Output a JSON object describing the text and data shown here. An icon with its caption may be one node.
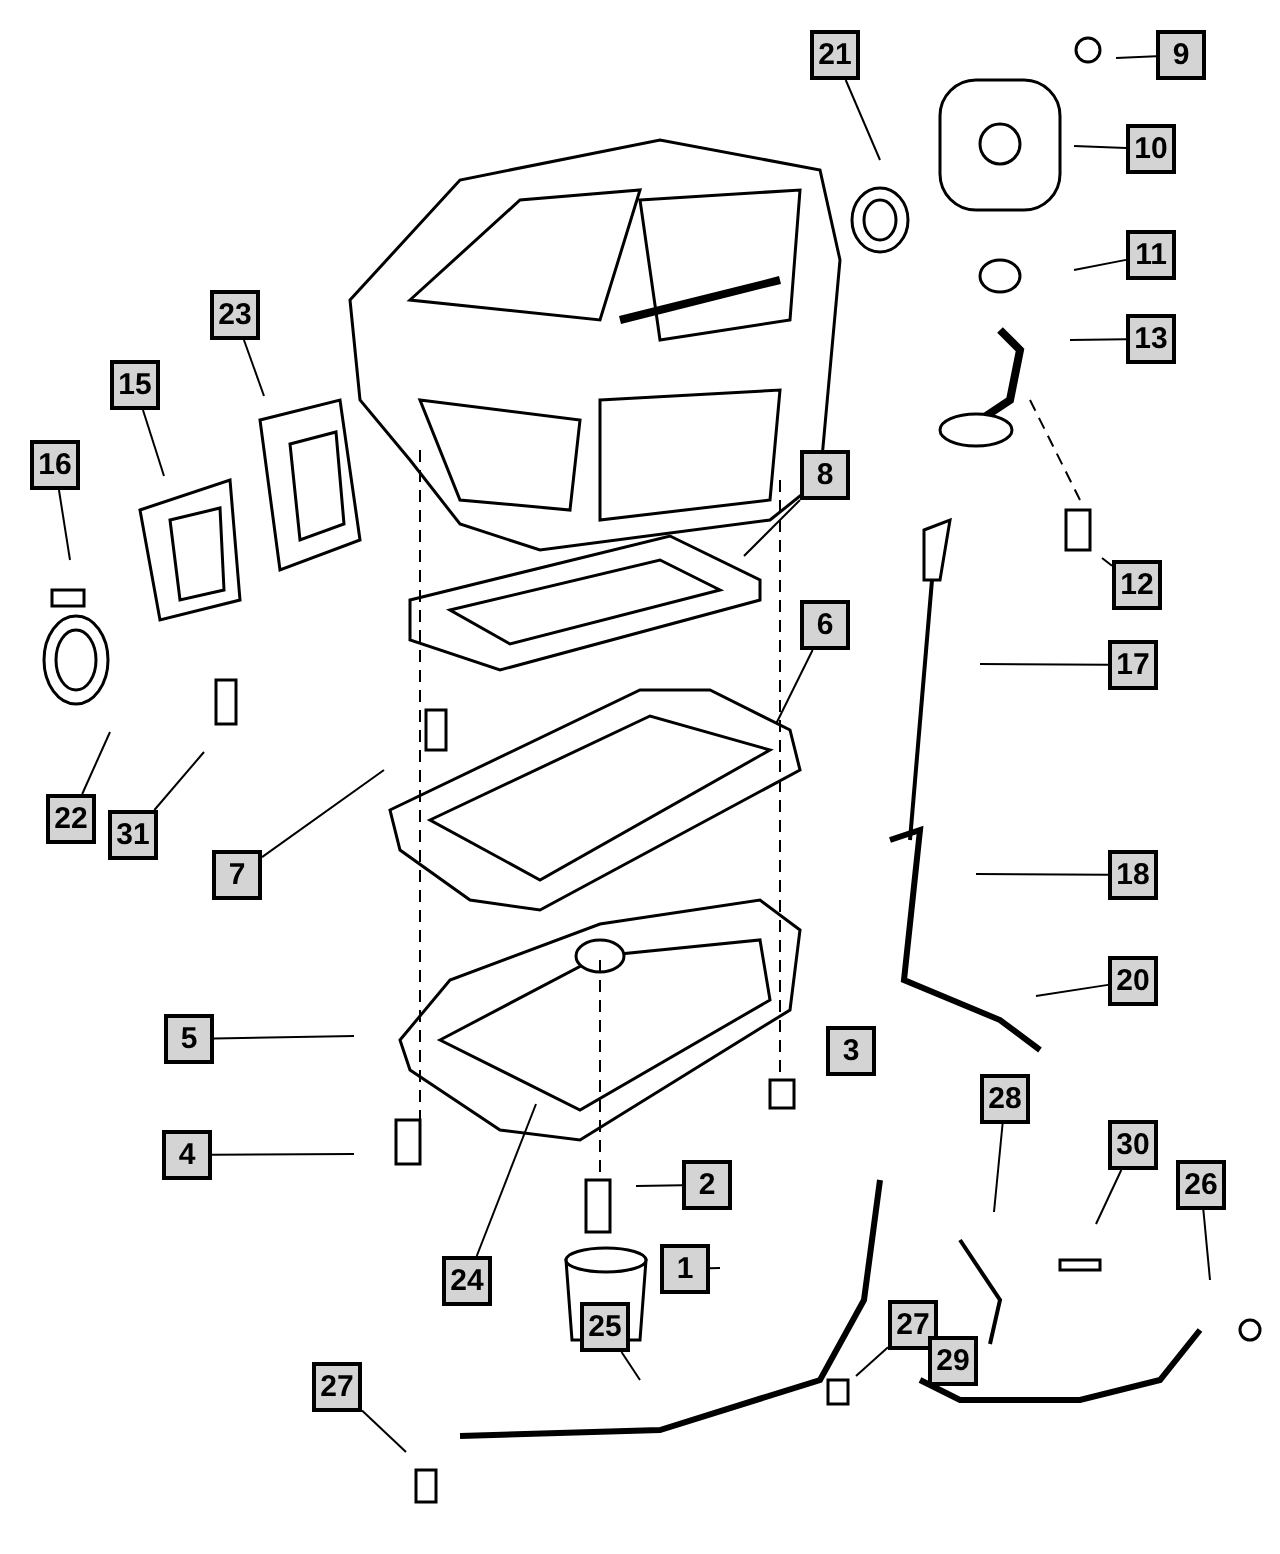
{
  "diagram": {
    "nodes": [
      {
        "text": [
          "21"
        ]
      },
      {
        "text": [
          "9"
        ]
      },
      {
        "text": [
          "10"
        ]
      },
      {
        "text": [
          "11"
        ]
      },
      {
        "text": [
          "13"
        ]
      },
      {
        "text": [
          "23"
        ]
      },
      {
        "text": [
          "15"
        ]
      },
      {
        "text": [
          "16"
        ]
      },
      {
        "text": [
          "8"
        ]
      },
      {
        "text": [
          "12"
        ]
      },
      {
        "text": [
          "6"
        ]
      },
      {
        "text": [
          "17"
        ]
      },
      {
        "text": [
          "22"
        ]
      },
      {
        "text": [
          "31"
        ]
      },
      {
        "text": [
          "7"
        ]
      },
      {
        "text": [
          "18"
        ]
      },
      {
        "text": [
          "20"
        ]
      },
      {
        "text": [
          "5"
        ]
      },
      {
        "text": [
          "3"
        ]
      },
      {
        "text": [
          "28"
        ]
      },
      {
        "text": [
          "30"
        ]
      },
      {
        "text": [
          "4"
        ]
      },
      {
        "text": [
          "2"
        ]
      },
      {
        "text": [
          "26"
        ]
      },
      {
        "text": [
          "1"
        ]
      },
      {
        "text": [
          "24"
        ]
      },
      {
        "text": [
          "27"
        ]
      },
      {
        "text": [
          "29"
        ]
      },
      {
        "text": [
          "25"
        ]
      },
      {
        "text": [
          "27"
        ]
      }
    ],
    "edges": [
      {
        "from": 0,
        "to": null,
        "arrow": "none"
      },
      {
        "from": 1,
        "to": null,
        "arrow": "none"
      },
      {
        "from": 2,
        "to": null,
        "arrow": "none"
      },
      {
        "from": 3,
        "to": null,
        "arrow": "none"
      },
      {
        "from": 4,
        "to": null,
        "arrow": "none"
      },
      {
        "from": 5,
        "to": null,
        "arrow": "none"
      },
      {
        "from": 6,
        "to": null,
        "arrow": "none"
      },
      {
        "from": 7,
        "to": null,
        "arrow": "none"
      },
      {
        "from": 8,
        "to": null,
        "arrow": "none"
      },
      {
        "from": 9,
        "to": null,
        "arrow": "none"
      },
      {
        "from": 10,
        "to": null,
        "arrow": "none"
      },
      {
        "from": 11,
        "to": null,
        "arrow": "none"
      },
      {
        "from": 12,
        "to": null,
        "arrow": "none"
      },
      {
        "from": 13,
        "to": null,
        "arrow": "none"
      },
      {
        "from": 14,
        "to": null,
        "arrow": "none"
      },
      {
        "from": 15,
        "to": null,
        "arrow": "none"
      },
      {
        "from": 16,
        "to": null,
        "arrow": "none"
      },
      {
        "from": 17,
        "to": null,
        "arrow": "none"
      },
      {
        "from": 19,
        "to": null,
        "arrow": "none"
      },
      {
        "from": 20,
        "to": null,
        "arrow": "none"
      },
      {
        "from": 21,
        "to": null,
        "arrow": "none"
      },
      {
        "from": 22,
        "to": null,
        "arrow": "none"
      },
      {
        "from": 23,
        "to": null,
        "arrow": "none"
      },
      {
        "from": 24,
        "to": null,
        "arrow": "none"
      },
      {
        "from": 25,
        "to": null,
        "arrow": "none"
      },
      {
        "from": 26,
        "to": null,
        "arrow": "none"
      },
      {
        "from": 28,
        "to": null,
        "arrow": "none"
      },
      {
        "from": 29,
        "to": null,
        "arrow": "none"
      }
    ]
  }
}
